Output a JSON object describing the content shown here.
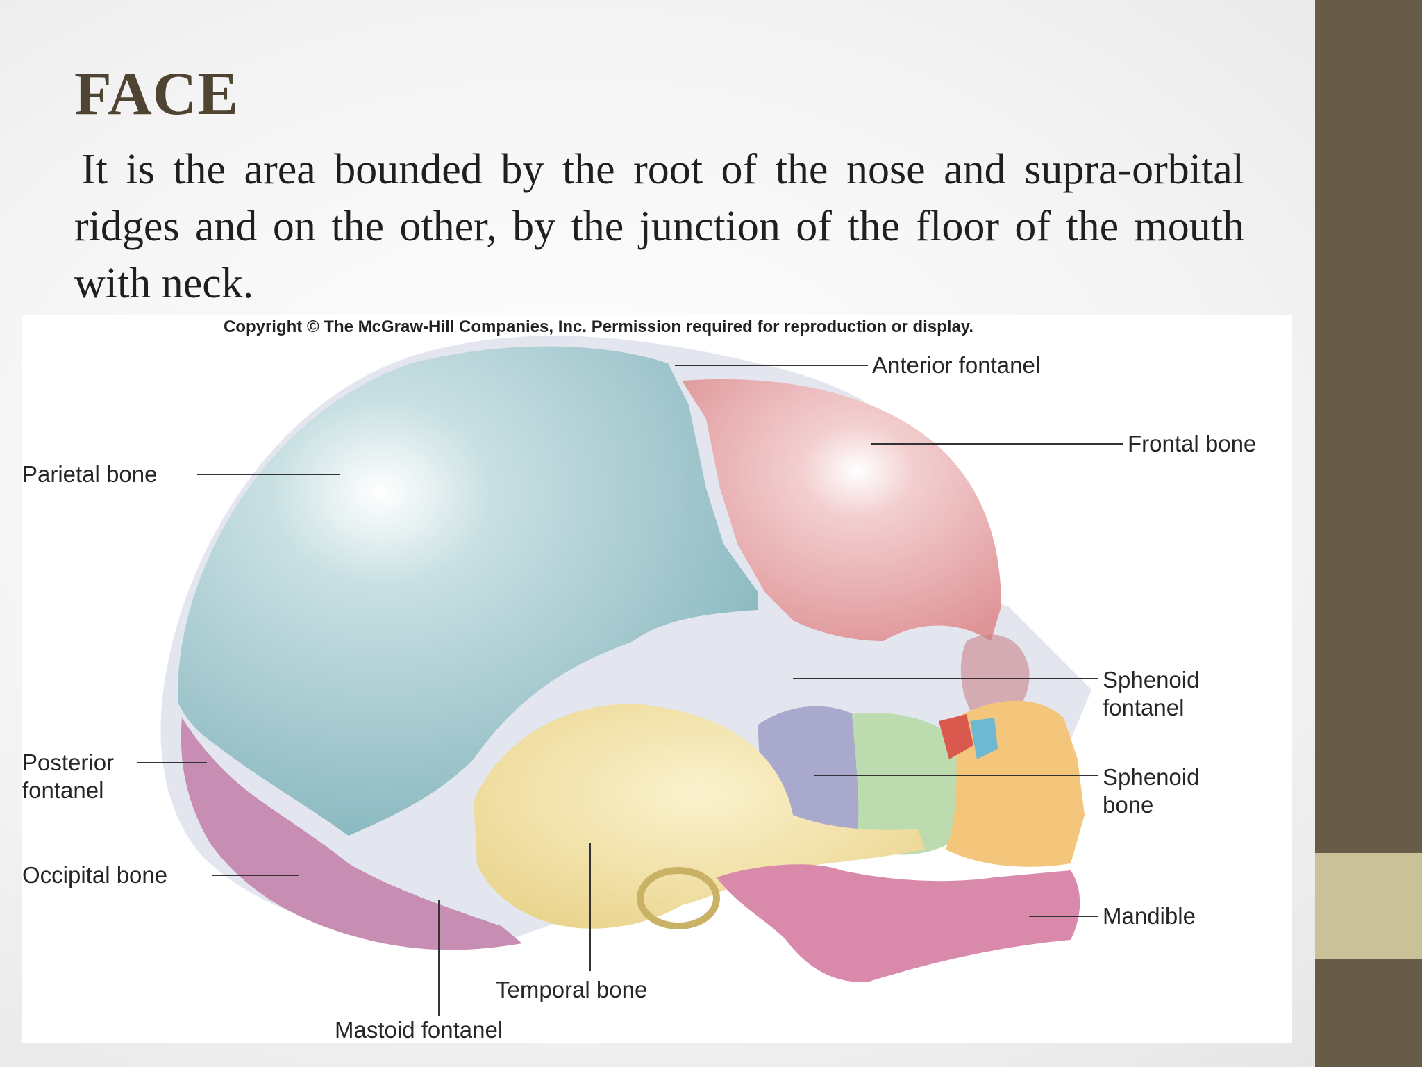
{
  "slide": {
    "title": "FACE",
    "body": "It is the area bounded by the root of the nose and supra-orbital ridges and on the other, by the junction of the floor of the mouth with neck."
  },
  "figure": {
    "copyright": "Copyright © The McGraw-Hill Companies, Inc. Permission required for reproduction or display.",
    "labels": {
      "anterior_fontanel": "Anterior fontanel",
      "frontal_bone": "Frontal bone",
      "parietal_bone": "Parietal bone",
      "sphenoid_fontanel_1": "Sphenoid",
      "sphenoid_fontanel_2": "fontanel",
      "posterior_fontanel_1": "Posterior",
      "posterior_fontanel_2": "fontanel",
      "sphenoid_bone_1": "Sphenoid",
      "sphenoid_bone_2": "bone",
      "occipital_bone": "Occipital bone",
      "mandible": "Mandible",
      "temporal_bone": "Temporal bone",
      "mastoid_fontanel": "Mastoid fontanel"
    }
  },
  "colors": {
    "title": "#4f4332",
    "side_bar": "#675c48",
    "side_accent": "#c9c197",
    "parietal": "#9fc6cc",
    "frontal": "#e8a9ab",
    "temporal": "#f0dfa0",
    "occipital": "#c78db2",
    "sphenoid": "#a9a8cd",
    "zygomatic": "#bcdcb0",
    "maxilla": "#f4c67c",
    "mandible": "#d98aaa",
    "fontanel": "#e4e6ef"
  }
}
